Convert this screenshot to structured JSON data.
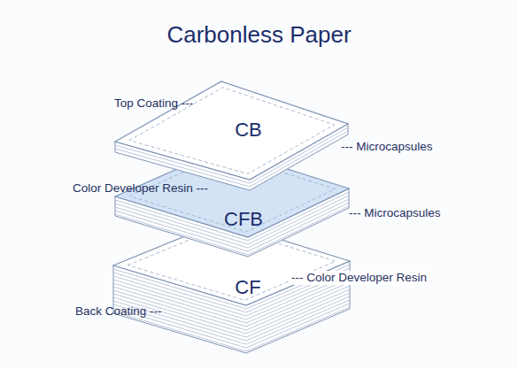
{
  "diagram": {
    "title": "Carbonless Paper",
    "nodes": [
      {
        "text": [
          "CB"
        ]
      },
      {
        "text": [
          "CFB"
        ]
      },
      {
        "text": [
          "CF"
        ]
      }
    ],
    "labels": [
      "Top Coating ---",
      "--- Microcapsules",
      "Color Developer Resin ---",
      "--- Microcapsules",
      "--- Color Developer Resin",
      "Back Coating ---"
    ]
  }
}
